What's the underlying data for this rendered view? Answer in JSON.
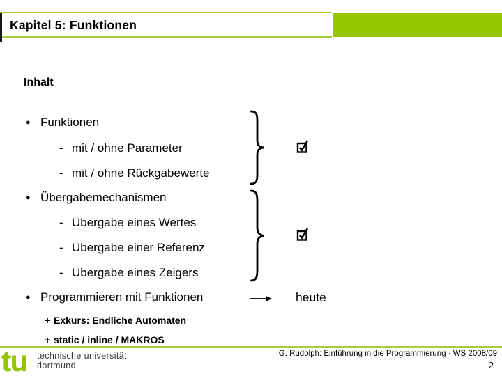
{
  "slide": {
    "title": "Kapitel 5: Funktionen",
    "accent_green": "#94c600",
    "line_green": "#a6ce39"
  },
  "content": {
    "heading": "Inhalt",
    "items": [
      {
        "marker": "●",
        "label": "Funktionen"
      },
      {
        "marker": "-",
        "label": "mit / ohne Parameter"
      },
      {
        "marker": "-",
        "label": "mit / ohne Rückgabewerte"
      },
      {
        "marker": "●",
        "label": "Übergabemechanismen"
      },
      {
        "marker": "-",
        "label": "Übergabe eines Wertes"
      },
      {
        "marker": "-",
        "label": "Übergabe einer Referenz"
      },
      {
        "marker": "-",
        "label": "Übergabe eines Zeigers"
      },
      {
        "marker": "●",
        "label": "Programmieren mit Funktionen"
      },
      {
        "marker": "+",
        "label": "Exkurs: Endliche Automaten"
      },
      {
        "marker": "+",
        "label": "static / inline / MAKROS"
      }
    ],
    "status_label": "heute",
    "icons": {
      "checkbox_checked": "☑",
      "arrow_right": "→",
      "group_brace": "}"
    }
  },
  "footer": {
    "logo_text": "tu",
    "university_line1": "technische universität",
    "university_line2": "dortmund",
    "credit": "G. Rudolph: Einführung in die Programmierung · WS 2008/09",
    "page": "2"
  }
}
